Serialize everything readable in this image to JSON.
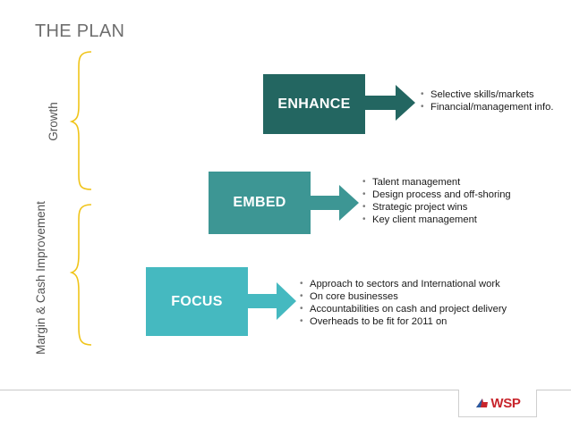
{
  "slide": {
    "title": "THE PLAN"
  },
  "side_labels": {
    "growth": "Growth",
    "margin": "Margin & Cash Improvement"
  },
  "stages": [
    {
      "label": "ENHANCE",
      "color": "#236661",
      "bullets": [
        "Selective skills/markets",
        "Financial/management info."
      ]
    },
    {
      "label": "EMBED",
      "color": "#3d9694",
      "bullets": [
        "Talent management",
        "Design process and off-shoring",
        "Strategic project wins",
        "Key client management"
      ]
    },
    {
      "label": "FOCUS",
      "color": "#45b9c0",
      "bullets": [
        "Approach to sectors and International work",
        "On core businesses",
        "Accountabilities on cash and project delivery",
        "Overheads to be fit for 2011 on"
      ]
    }
  ],
  "colors": {
    "brace": "#f0c419",
    "title": "#6e6e6e",
    "logo_red": "#c8252c",
    "logo_blue": "#2a5aa0"
  },
  "logo": {
    "text": "WSP"
  }
}
